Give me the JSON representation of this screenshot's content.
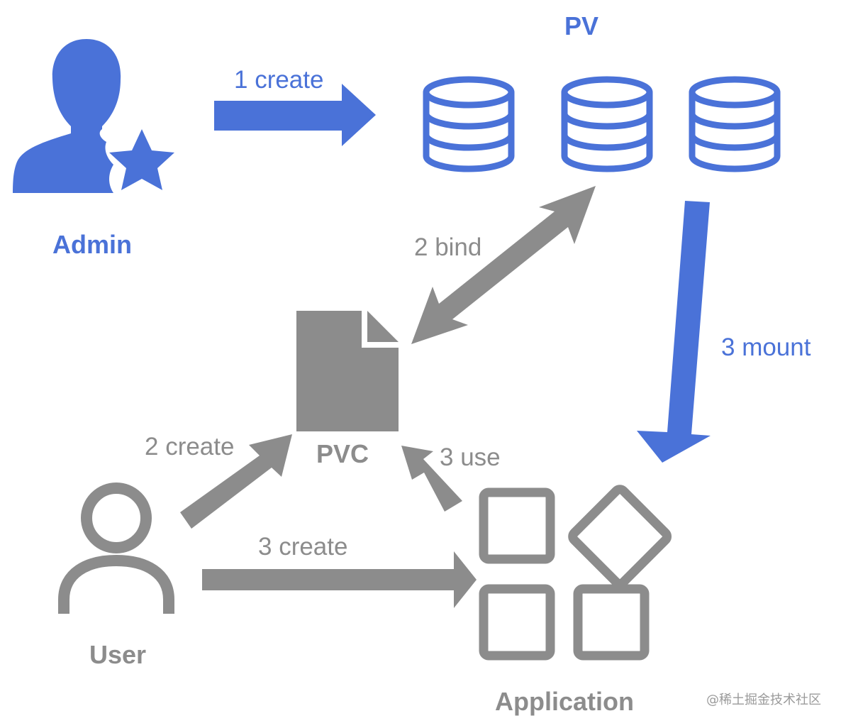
{
  "colors": {
    "blue": "#4a72d8",
    "gray": "#8c8c8c",
    "white": "#ffffff"
  },
  "nodes": {
    "admin": {
      "label": "Admin",
      "icon": "admin-star-user-icon"
    },
    "pv": {
      "label": "PV",
      "icon": "database-icon"
    },
    "pvc": {
      "label": "PVC",
      "icon": "file-icon"
    },
    "user": {
      "label": "User",
      "icon": "user-icon"
    },
    "application": {
      "label": "Application",
      "icon": "app-grid-icon"
    }
  },
  "edges": [
    {
      "id": "admin-create-pv",
      "label": "1 create",
      "color": "blue"
    },
    {
      "id": "pvc-bind-pv",
      "label": "2 bind",
      "color": "gray"
    },
    {
      "id": "pv-mount-app",
      "label": "3 mount",
      "color": "blue"
    },
    {
      "id": "user-create-pvc",
      "label": "2 create",
      "color": "gray"
    },
    {
      "id": "app-use-pvc",
      "label": "3 use",
      "color": "gray"
    },
    {
      "id": "user-create-app",
      "label": "3 create",
      "color": "gray"
    }
  ],
  "watermark": "@稀土掘金技术社区"
}
